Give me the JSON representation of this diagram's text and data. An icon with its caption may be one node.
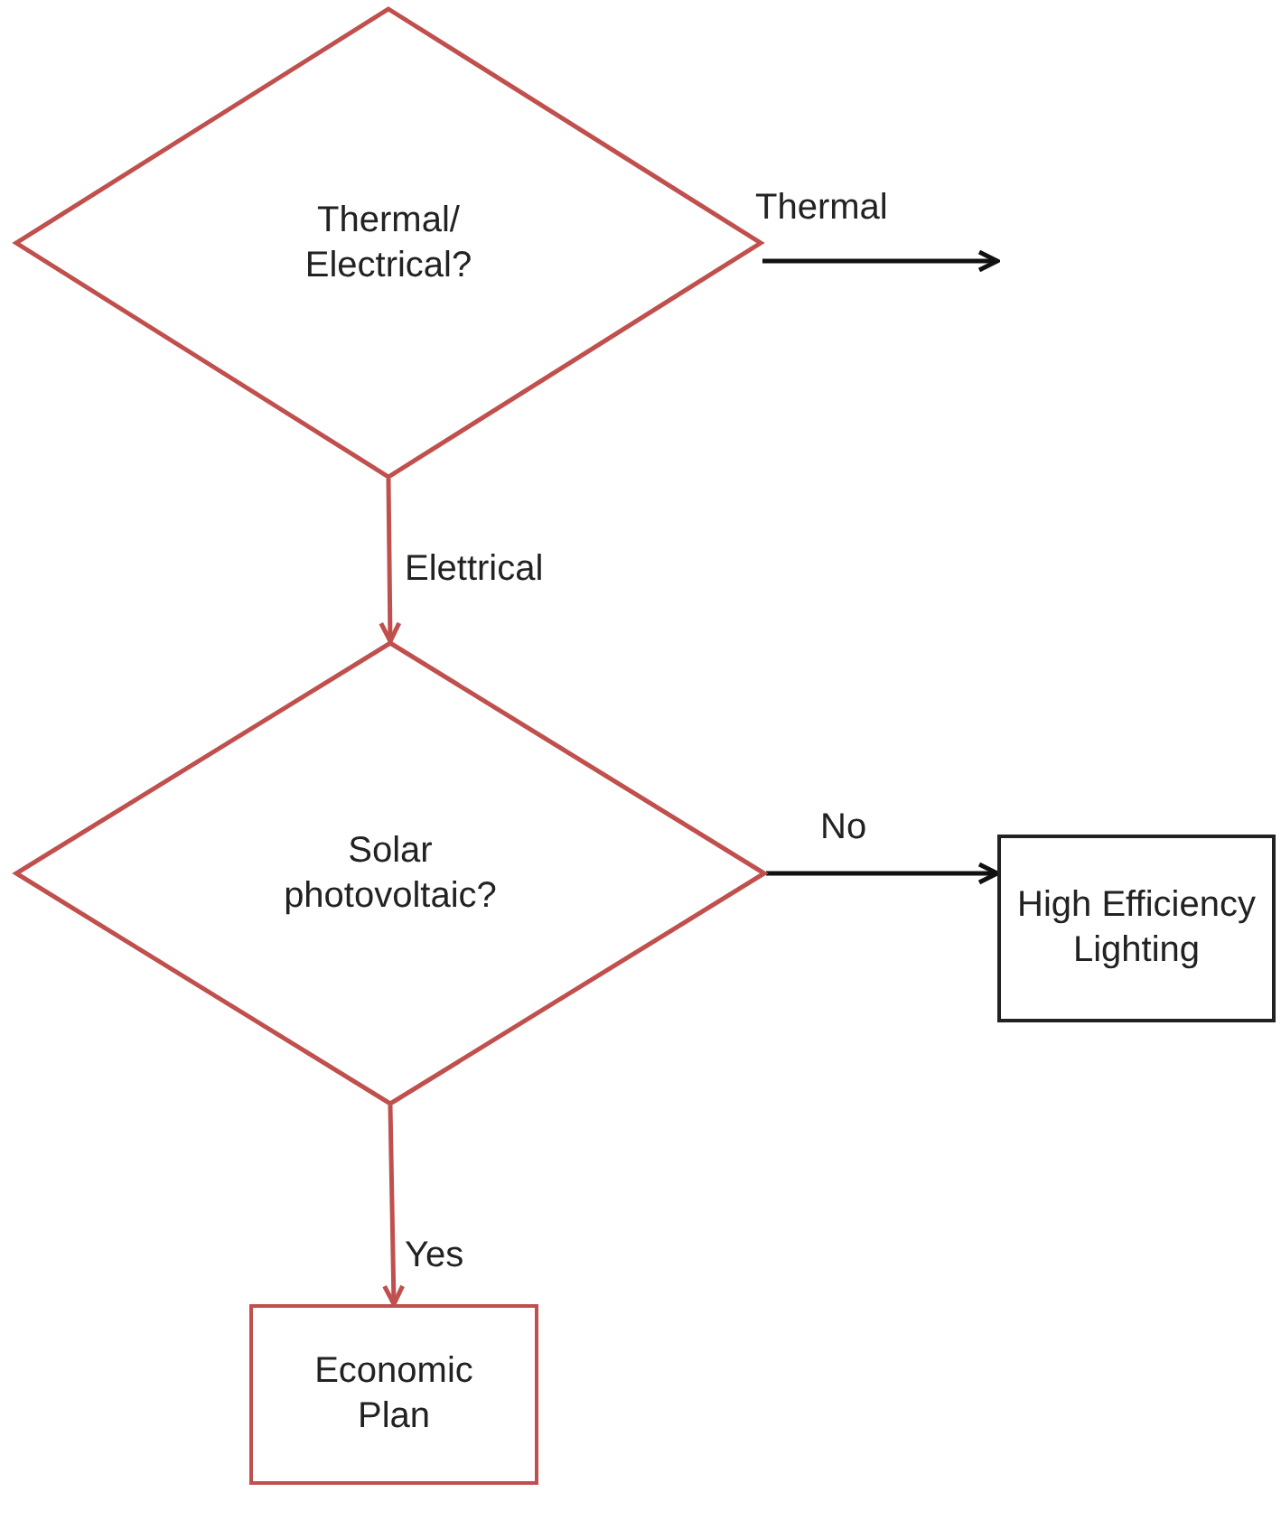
{
  "diagram": {
    "nodes": [
      {
        "text": [
          "Thermal/ Electrical?"
        ]
      },
      {
        "text": [
          "Solar photovoltaic?"
        ]
      },
      {
        "text": [
          "High Efficiency Lighting"
        ]
      },
      {
        "text": [
          "Economic Plan"
        ]
      }
    ],
    "edges": [
      {
        "from": 0,
        "to": null,
        "arrow": "to",
        "label": "Thermal"
      },
      {
        "from": 0,
        "to": 1,
        "arrow": "to",
        "label": "Elettrical",
        "color": "#c0504d"
      },
      {
        "from": 1,
        "to": 2,
        "arrow": "to",
        "label": "No"
      },
      {
        "from": 1,
        "to": 3,
        "arrow": "to",
        "label": "Yes",
        "color": "#c0504d"
      }
    ]
  }
}
